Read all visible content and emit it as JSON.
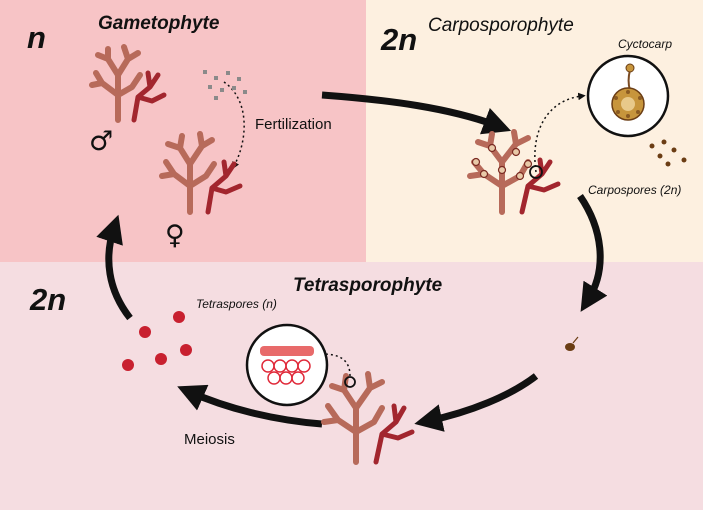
{
  "labels": {
    "gametophyte_ploidy": "n",
    "gametophyte_title": "Gametophyte",
    "carposporophyte_ploidy": "2n",
    "carposporophyte_title": "Carposporophyte",
    "tetrasporophyte_ploidy": "2n",
    "tetrasporophyte_title": "Tetrasporophyte",
    "fertilization": "Fertilization",
    "cystocarp": "Cyctocarp",
    "carpospores": "Carpospores (2n)",
    "tetraspores": "Tetraspores (n)",
    "meiosis": "Meiosis"
  },
  "symbols": {
    "male": "♂",
    "female": "♀"
  },
  "colors": {
    "gametophyte_bg": "#f7c4c6",
    "carposporophyte_bg": "#fdf0e0",
    "tetrasporophyte_bg": "#f5dde1",
    "alga_dark": "#a2262e",
    "alga_light": "#b76a5a",
    "spore_red": "#c8202f",
    "arrow": "#111111"
  },
  "icons": [
    "male-gametophyte-alga-icon",
    "female-gametophyte-alga-icon",
    "spermatia-dots-icon",
    "carposporophyte-alga-icon",
    "cystocarp-magnified-icon",
    "carpospore-dots-icon",
    "single-carpospore-icon",
    "tetrasporophyte-alga-icon",
    "tetrasporangia-magnified-icon",
    "tetraspore-dots-icon"
  ]
}
